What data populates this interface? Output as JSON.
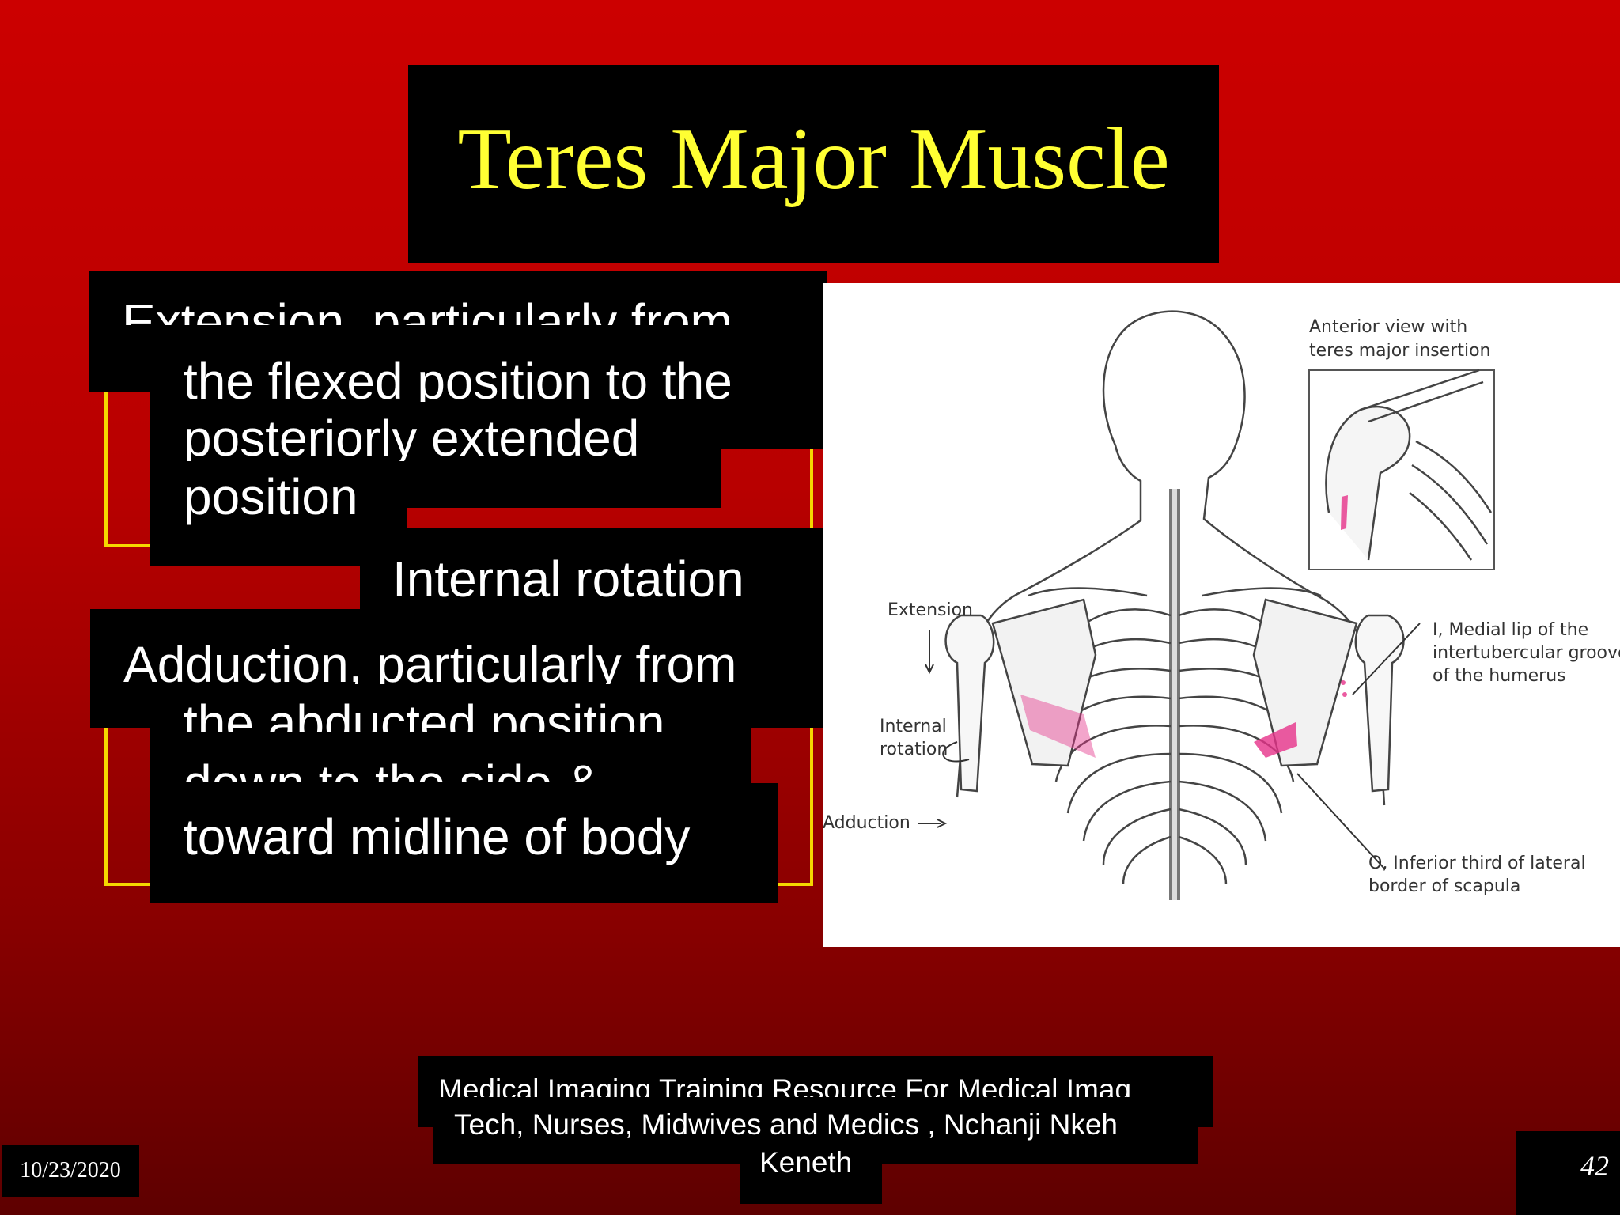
{
  "slide": {
    "title": "Teres Major Muscle",
    "bullets": {
      "extension": {
        "line1": "Extension, particularly from",
        "line2": "the flexed position to the",
        "line3": "posteriorly extended",
        "line4": "position"
      },
      "internal_rotation": "Internal rotation",
      "adduction": {
        "line1": "Adduction, particularly from",
        "line2": "the abducted position",
        "line3": "down to the side &",
        "line4": "toward midline of body"
      }
    },
    "figure": {
      "inset_caption_line1": "Anterior view with",
      "inset_caption_line2": "teres major insertion",
      "label_extension": "Extension",
      "label_internal_line1": "Internal",
      "label_internal_line2": "rotation",
      "label_adduction": "Adduction",
      "label_insertion_line1": "I, Medial lip of the",
      "label_insertion_line2": "intertubercular groove",
      "label_insertion_line3": "of the humerus",
      "label_origin_line1": "O, Inferior third of lateral",
      "label_origin_line2": "border of scapula",
      "muscle_color": "#e6338a"
    },
    "footer": {
      "line1": "Medical Imaging Training Resource For Medical Imag",
      "line2": "Tech, Nurses, Midwives and Medics , Nchanji Nkeh",
      "line3": "Keneth"
    },
    "date": "10/23/2020",
    "page_number": "42"
  }
}
